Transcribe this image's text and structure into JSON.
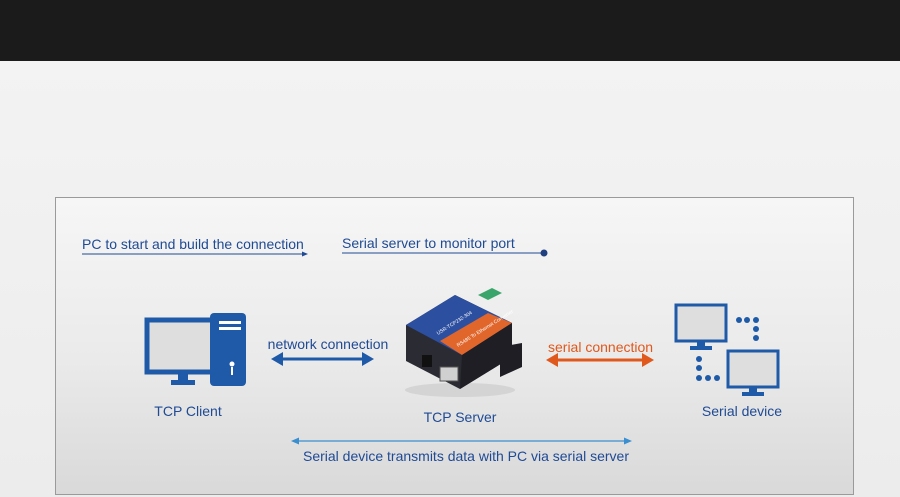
{
  "header_bar": {},
  "diagram": {
    "top_notes": {
      "client_initiates": "PC to start and build the connection",
      "server_monitors": "Serial server to monitor port"
    },
    "nodes": {
      "client": {
        "label": "TCP Client",
        "icon": "desktop-pc-icon"
      },
      "server": {
        "label": "TCP Server",
        "icon": "serial-device-server-icon",
        "device_text": [
          "USR-TCP232-304",
          "RS485 To Ethernet Converter"
        ]
      },
      "serial": {
        "label": "Serial device",
        "icon": "serial-devices-icon"
      }
    },
    "links": {
      "network": "network connection",
      "serial": "serial connection",
      "end_to_end": "Serial device transmits data with PC via serial server"
    },
    "colors": {
      "primary_blue": "#1f4a94",
      "orange": "#e0581c",
      "light_blue": "#3a8fd0",
      "device_orange": "#e0662c",
      "device_blue": "#2b4c9c"
    }
  }
}
